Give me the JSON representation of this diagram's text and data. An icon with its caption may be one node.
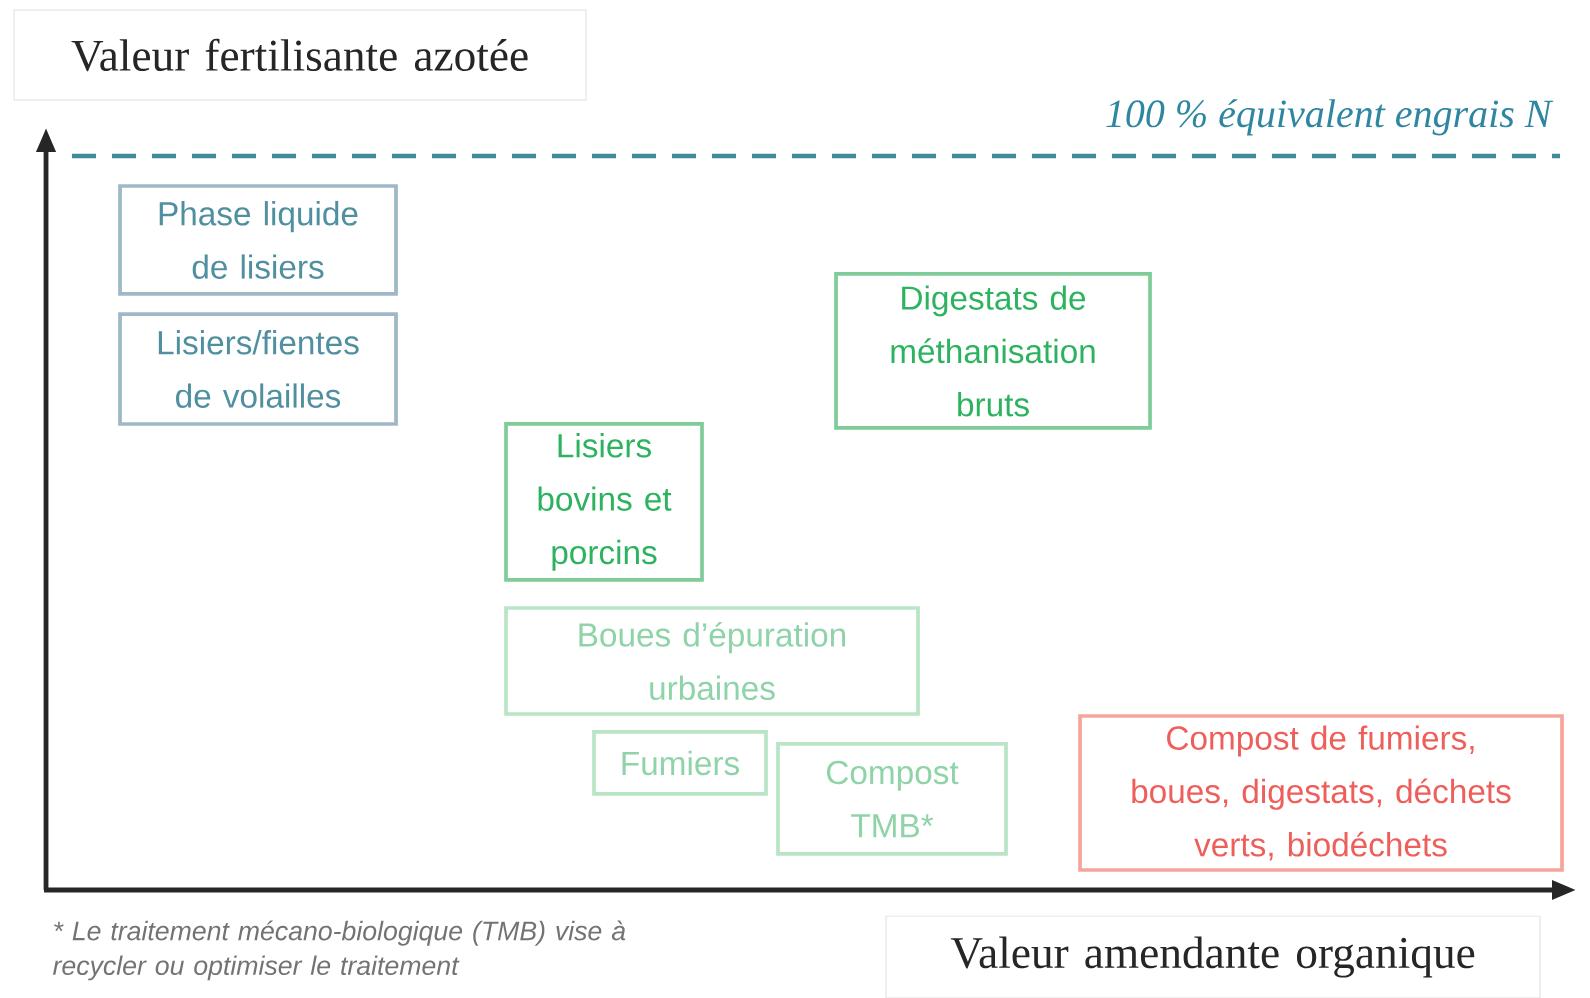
{
  "diagram": {
    "nodes": [
      {
        "text": [
          "Valeur fertilisante azotée"
        ]
      },
      {
        "text": [
          "Phase liquide de lisiers"
        ]
      },
      {
        "text": [
          "Lisiers/fientes de volailles"
        ]
      },
      {
        "text": [
          "Digestats de méthanisation bruts"
        ]
      },
      {
        "text": [
          "Lisiers bovins et porcins"
        ]
      },
      {
        "text": [
          "Boues d’épuration urbaines"
        ]
      },
      {
        "text": [
          "Fumiers"
        ]
      },
      {
        "text": [
          "Compost TMB*"
        ]
      },
      {
        "text": [
          "Compost de fumiers, boues, digestats, déchets verts, biodéchets"
        ]
      },
      {
        "text": [
          "Valeur amendante organique"
        ]
      }
    ],
    "labels": [
      "100 % équivalent engrais N",
      "* Le traitement mécano-biologique (TMB) vise à recycler ou optimiser le traitement"
    ]
  }
}
